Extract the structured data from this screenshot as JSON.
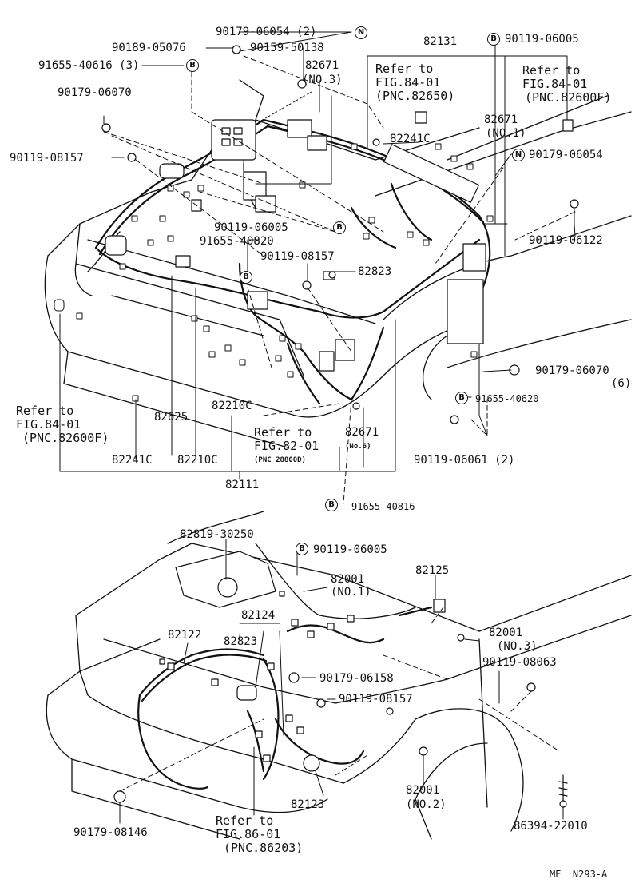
{
  "symbols": {
    "b": "B",
    "n": "N"
  },
  "labels": {
    "p90179_06054_2": "90179-06054 (2)",
    "p90189_05076": "90189-05076",
    "p90159_50138": "90159-50138",
    "p91655_40616_3": "91655-40616 (3)",
    "p82131": "82131",
    "p90119_06005_top": "90119-06005",
    "p82671_no3_a": "82671",
    "p82671_no3_b": "(NO.3)",
    "ref_8401_a_1": "Refer to",
    "ref_8401_a_2": "FIG.84-01",
    "ref_8401_a_3": "(PNC.82650)",
    "ref_8401_b_1": "Refer to",
    "ref_8401_b_2": "FIG.84-01",
    "ref_8401_b_3": "(PNC.82600F)",
    "p90179_06070_top": "90179-06070",
    "p82671_no1_a": "82671",
    "p82671_no1_b": "(NO.1)",
    "p82241c_top": "82241C",
    "p90119_08157_left": "90119-08157",
    "p90179_06054_right": "90179-06054",
    "p90119_06005_mid": "90119-06005",
    "p90119_06122": "90119-06122",
    "p91655_40820": "91655-40820",
    "p90119_08157_mid": "90119-08157",
    "p82823_top": "82823",
    "p90179_06070_right_a": "90179-06070",
    "p90179_06070_right_b": "(6)",
    "p91655_40620": "91655-40620",
    "ref_8401_c_1": "Refer to",
    "ref_8401_c_2": "FIG.84-01",
    "ref_8401_c_3": "(PNC.82600F)",
    "p82210c_mid": "82210C",
    "p82625": "82625",
    "ref_8201_1": "Refer to",
    "ref_8201_2": "FIG.82-01",
    "ref_8201_3": "(PNC 28800D)",
    "p82671_no6_a": "82671",
    "p82671_no6_b": "(No.6)",
    "p90119_06061_2": "90119-06061 (2)",
    "p82241c_bottom": "82241C",
    "p82210c_bottom": "82210C",
    "p82111": "82111",
    "p91655_40816": "91655-40816",
    "p82819_30250": "82819-30250",
    "p90119_06005_lower": "90119-06005",
    "p82001_no1_a": "82001",
    "p82001_no1_b": "(NO.1)",
    "p82125": "82125",
    "p82124": "82124",
    "p82122": "82122",
    "p82823_lower": "82823",
    "p82001_no3_a": "82001",
    "p82001_no3_b": "(NO.3)",
    "p90119_08063": "90119-08063",
    "p90179_06158": "90179-06158",
    "p90119_08157_lower": "90119-08157",
    "p82001_no2_a": "82001",
    "p82001_no2_b": "(NO.2)",
    "p82123": "82123",
    "p90179_08146": "90179-08146",
    "ref_8601_1": "Refer to",
    "ref_8601_2": "FIG.86-01",
    "ref_8601_3": "(PNC.86203)",
    "p86394_22010": "86394-22010",
    "figure_code": "ME  N293-A"
  }
}
